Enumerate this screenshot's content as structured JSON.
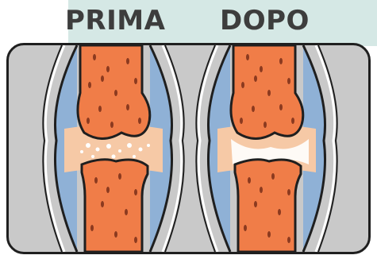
{
  "labels": {
    "before": "PRIMA",
    "after": "DOPO"
  },
  "joints": [
    {
      "id": "before",
      "cartilage": "worn",
      "icon": "knee-joint-damaged-icon"
    },
    {
      "id": "after",
      "cartilage": "healthy",
      "icon": "knee-joint-healthy-icon"
    }
  ],
  "colors": {
    "header_band": "#d5e8e5",
    "panel": "#c9c9c9",
    "outline": "#1f1f1f",
    "bone": "#f07d48",
    "bone_spots": "#8b3a1f",
    "capsule": "#8fb1d6",
    "synovial": "#f6c9a6",
    "cartilage": "#ffffff"
  }
}
